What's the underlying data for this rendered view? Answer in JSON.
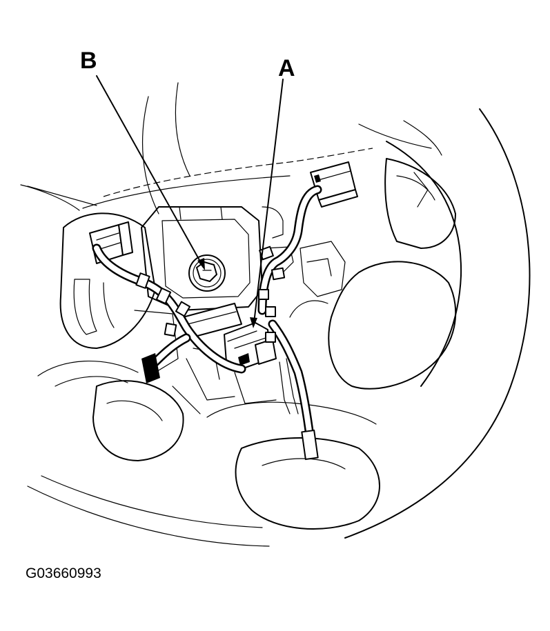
{
  "figure": {
    "callouts": {
      "a": "A",
      "b": "B"
    },
    "code": "G03660993"
  }
}
